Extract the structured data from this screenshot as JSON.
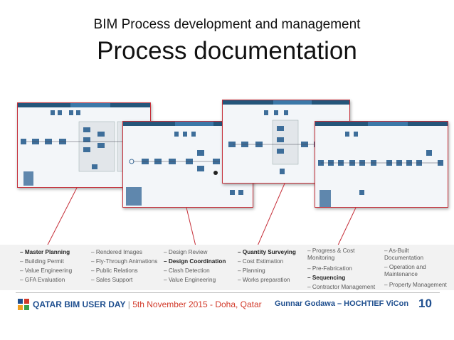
{
  "slide": {
    "subtitle": "BIM Process development and management",
    "title": "Process documentation"
  },
  "columns": [
    {
      "items": [
        {
          "text": "– Master Planning",
          "bold": true
        },
        {
          "text": "– Building Permit",
          "bold": false
        },
        {
          "text": "– Value Engineering",
          "bold": false
        },
        {
          "text": "– GFA Evaluation",
          "bold": false
        }
      ]
    },
    {
      "items": [
        {
          "text": "– Rendered Images",
          "bold": false
        },
        {
          "text": "– Fly-Through Animations",
          "bold": false
        },
        {
          "text": "– Public Relations",
          "bold": false
        },
        {
          "text": "– Sales Support",
          "bold": false
        }
      ]
    },
    {
      "items": [
        {
          "text": "– Design Review",
          "bold": false
        },
        {
          "text": "– Design Coordination",
          "bold": true
        },
        {
          "text": "– Clash Detection",
          "bold": false
        },
        {
          "text": "– Value Engineering",
          "bold": false
        }
      ]
    },
    {
      "items": [
        {
          "text": "– Quantity Surveying",
          "bold": true
        },
        {
          "text": "– Cost Estimation",
          "bold": false
        },
        {
          "text": "– Planning",
          "bold": false
        },
        {
          "text": "– Works preparation",
          "bold": false
        }
      ]
    },
    {
      "items": [
        {
          "text": "– Progress & Cost Monitoring",
          "bold": false
        },
        {
          "text": "– Pre-Fabrication",
          "bold": false
        },
        {
          "text": "– Sequencing",
          "bold": true
        },
        {
          "text": "– Contractor Management",
          "bold": false
        }
      ]
    },
    {
      "items": [
        {
          "text": "– As-Built Documentation",
          "bold": false
        },
        {
          "text": "– Operation and Maintenance",
          "bold": false
        },
        {
          "text": "– Property Management",
          "bold": false
        }
      ]
    }
  ],
  "footer": {
    "event_name": "QATAR BIM USER DAY",
    "separator": " | ",
    "event_date": "5th November 2015 - Doha, Qatar",
    "speaker": "Gunnar Godawa – HOCHTIEF ViCon",
    "page_number": "10"
  },
  "colors": {
    "accent_red": "#c6303a",
    "brand_blue": "#1f4f8f",
    "date_red": "#d23a2a"
  }
}
